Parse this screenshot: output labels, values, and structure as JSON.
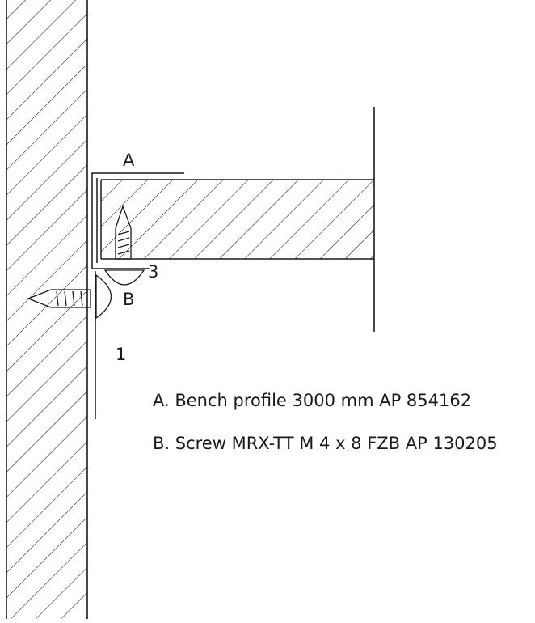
{
  "diagram": {
    "callouts": {
      "A": "A",
      "B": "B",
      "n1": "1",
      "n3": "3"
    },
    "legend": [
      "A. Bench profile 3000 mm AP 854162",
      "B. Screw MRX-TT M 4 x 8 FZB AP 130205"
    ],
    "line_color": "#1a1a1a"
  }
}
